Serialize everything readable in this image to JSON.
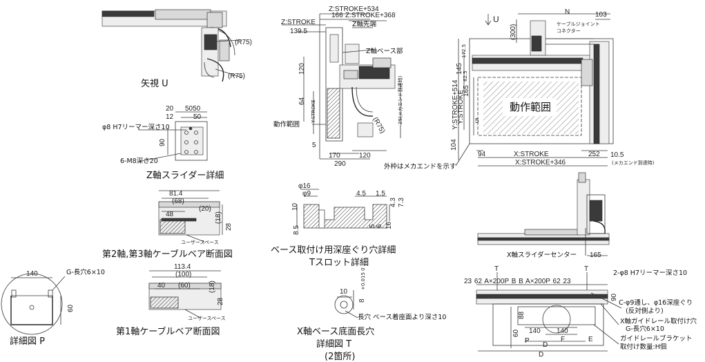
{
  "captions": {
    "view_u": "矢視 U",
    "z_slider": "Z軸スライダー詳細",
    "cable_23": "第2軸,第3軸ケーブルベア断面図",
    "cable_1": "第1軸ケーブルベア断面図",
    "base_slot_1": "ベース取付け用深座ぐり穴詳細",
    "base_slot_2": "Tスロット詳細",
    "detail_p": "詳細図 P",
    "x_long_1": "X軸ベース底面長穴",
    "x_long_2": "詳細図 T",
    "x_long_3": "(2箇所)"
  },
  "view_u": {
    "r1": "(R75)",
    "r2": "(R75)"
  },
  "z_slider": {
    "d20": "20",
    "d5050": "5050",
    "d12": "12",
    "d50": "50",
    "d90": "90",
    "reamer": "φ8 H7リーマー深さ10",
    "tap": "6-M8深さ20"
  },
  "cable_23": {
    "w": "81.4",
    "w2": "(68)",
    "w3": "48",
    "w4": "(20)",
    "h1": "(18)",
    "h2": "28",
    "user": "ユーザースペース"
  },
  "cable_1": {
    "w": "113.4",
    "w2": "(100)",
    "w3": "40",
    "w4": "(60)",
    "h1": "(18)",
    "h2": "28",
    "user": "ユーザースペース"
  },
  "detail_p": {
    "w": "140",
    "h": "60",
    "slot": "G-長穴6×10"
  },
  "side_view": {
    "z_stroke_534": "Z:STROKE+534",
    "z_stroke": "Z:STROKE",
    "d166": "166",
    "z_stroke_368": "Z:STROKE+368",
    "d1395": "139.5",
    "z_tip": "Z軸先端",
    "z_base": "Z軸ベース部",
    "d120": "120",
    "d64": "64",
    "y_stroke": "Y:STROKE",
    "op_range": "動作範囲",
    "r75": "(R75)",
    "mech_end": "25(メカエンド到達時)",
    "d5": "5",
    "d170": "170",
    "d290": "290",
    "d120b": "120"
  },
  "top_view": {
    "u": "U",
    "n": "N",
    "d103": "103",
    "d300": "(300)",
    "cable_joint": "ケーブルジョイント",
    "connector": "コネクター",
    "y_stroke_514": "Y:STROKE+514",
    "y_stroke": "Y:STROKE",
    "d145": "145",
    "d1725": "172.5",
    "d625": "62.5",
    "d165": "165",
    "d5": "5",
    "d104": "104",
    "op_range": "動作範囲",
    "d94": "94",
    "d252": "252",
    "x_stroke": "X:STROKE",
    "x_stroke_346": "X:STROKE+346",
    "d105": "10.5",
    "mech_end": "(メカエンド到達時)",
    "outer_note": "外枠はメカエンドを示す"
  },
  "t_slot": {
    "d16": "φ16",
    "d9": "φ9",
    "d45": "4.5",
    "d15": "1.5",
    "d10": "10",
    "d85": "8.5",
    "d5": "5",
    "d6": "6",
    "d16b": "16",
    "d43": "4.3",
    "d73": "7.3"
  },
  "slot_t": {
    "d10": "10",
    "d8": "8",
    "tol": "+0.015 0",
    "note": "長穴 ベース着座面より深さ10"
  },
  "front_view": {
    "x_slider_center": "X軸スライダーセンター",
    "d165": "165"
  },
  "bottom_view": {
    "t1": "T",
    "t2": "T",
    "dims": "23 62  A×200P  B    B  A×200P  62 23",
    "reamer": "2-φ8 H7リーマー深さ10",
    "c_hole_1": "C-φ9通し、φ16深座ぐり",
    "c_hole_2": "(反対側より)",
    "x_guide_1": "X軸ガイドレール取付け穴",
    "x_guide_2": "G-長穴6×10",
    "bracket_1": "ガイドレールブラケット",
    "bracket_2": "取付け数量:H個",
    "d90": "90",
    "d88": "88",
    "d140a": "140",
    "d140b": "140",
    "d60": "60",
    "p": "P",
    "f": "F",
    "e": "E",
    "d": "D",
    "d2": "D"
  }
}
